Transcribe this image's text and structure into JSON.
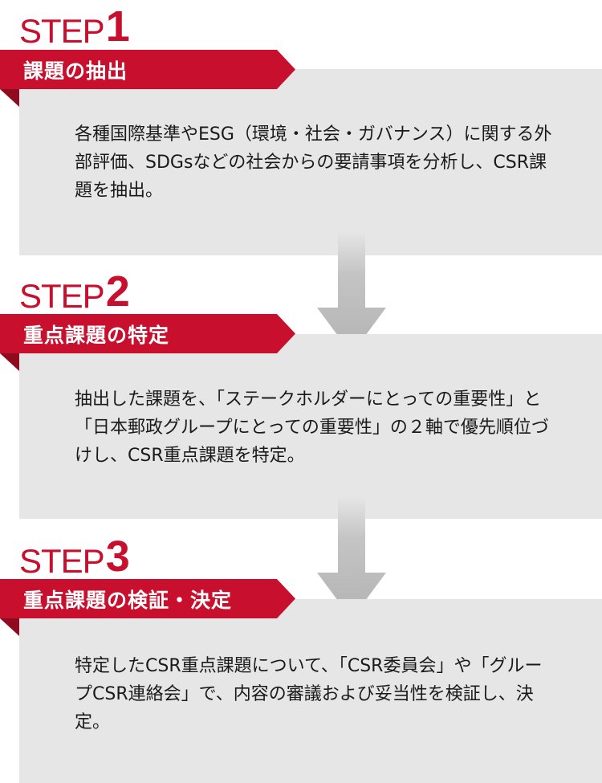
{
  "steps": [
    {
      "word": "STEP",
      "number": "1",
      "title": "課題の抽出",
      "description": "各種国際基準やESG（環境・社会・ガバナンス）に関する外部評価、SDGsなどの社会からの要請事項を分析し、CSR課題を抽出。"
    },
    {
      "word": "STEP",
      "number": "2",
      "title": "重点課題の特定",
      "description": "抽出した課題を、「ステークホルダーにとっての重要性」と「日本郵政グループにとっての重要性」の２軸で優先順位づけし、CSR重点課題を特定。"
    },
    {
      "word": "STEP",
      "number": "3",
      "title": "重点課題の検証・決定",
      "description": "特定したCSR重点課題について、「CSR委員会」や「グループCSR連絡会」で、内容の審議および妥当性を検証し、決定。"
    }
  ],
  "colors": {
    "accent": "#c8102e",
    "accent_dark": "#8e0b20",
    "panel": "#e6e6e6",
    "arrow": "#b9b9b9"
  }
}
